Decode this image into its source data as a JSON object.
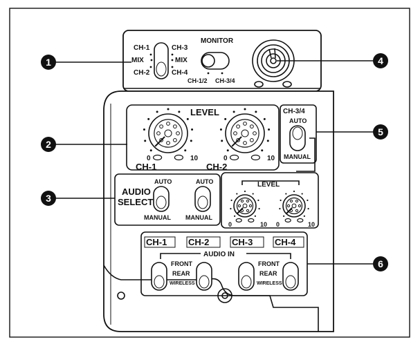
{
  "monitor": {
    "title": "MONITOR",
    "left_labels": [
      "CH-1",
      "MIX",
      "CH-2"
    ],
    "right_labels": [
      "CH-3",
      "MIX",
      "CH-4"
    ],
    "switch_labels": [
      "CH-1/2",
      "CH-3/4"
    ]
  },
  "level_section": {
    "title": "LEVEL",
    "knobs": [
      {
        "name": "CH-1",
        "min": "0",
        "max": "10"
      },
      {
        "name": "CH-2",
        "min": "0",
        "max": "10"
      }
    ]
  },
  "ch34_section": {
    "title": "CH-3/4",
    "auto": "AUTO",
    "manual": "MANUAL",
    "level_title": "LEVEL",
    "knobs": [
      {
        "min": "0",
        "max": "10"
      },
      {
        "min": "0",
        "max": "10"
      }
    ]
  },
  "audio_select": {
    "title_line1": "AUDIO",
    "title_line2": "SELECT",
    "switches": [
      {
        "top": "AUTO",
        "bottom": "MANUAL"
      },
      {
        "top": "AUTO",
        "bottom": "MANUAL"
      }
    ]
  },
  "audio_in": {
    "title": "AUDIO IN",
    "channels": [
      "CH-1",
      "CH-2",
      "CH-3",
      "CH-4"
    ],
    "groups": [
      {
        "options": [
          "FRONT",
          "REAR",
          "WIRELESS"
        ]
      },
      {
        "options": [
          "FRONT",
          "REAR",
          "WIRELESS"
        ]
      }
    ]
  },
  "callouts": [
    "1",
    "2",
    "3",
    "4",
    "5",
    "6"
  ],
  "colors": {
    "ink": "#111111",
    "paper": "#ffffff"
  }
}
